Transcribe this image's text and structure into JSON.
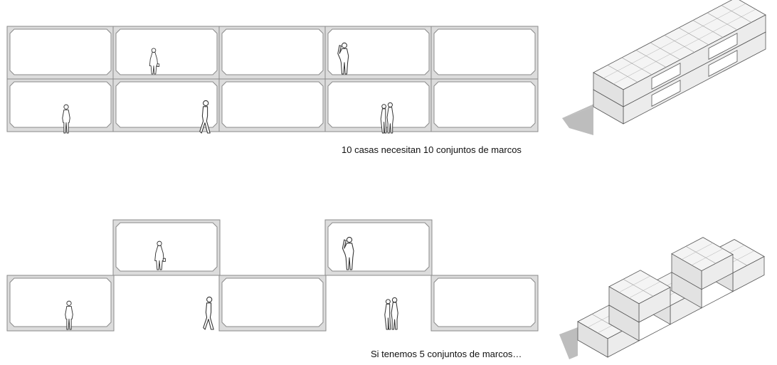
{
  "captions": {
    "top": "10 casas necesitan 10 conjuntos de marcos",
    "bottom": "Si tenemos 5 conjuntos de marcos…"
  },
  "figures": {
    "top": {
      "grid": {
        "columns": 5,
        "rows": 2
      },
      "occupied": [
        [
          0,
          0
        ],
        [
          1,
          0
        ],
        [
          2,
          0
        ],
        [
          3,
          0
        ],
        [
          4,
          0
        ],
        [
          0,
          1
        ],
        [
          1,
          1
        ],
        [
          2,
          1
        ],
        [
          3,
          1
        ],
        [
          4,
          1
        ]
      ],
      "frame_count": 10
    },
    "bottom": {
      "grid": {
        "columns": 5,
        "rows": 2
      },
      "occupied": [
        [
          1,
          0
        ],
        [
          3,
          0
        ],
        [
          0,
          1
        ],
        [
          2,
          1
        ],
        [
          4,
          1
        ]
      ],
      "frame_count": 5
    }
  },
  "people_icon": "person-silhouette-icon",
  "colors": {
    "frame_fill": "#dcdcdc",
    "frame_stroke": "#8a8a8a",
    "interior": "#ffffff",
    "shadow": "#bdbdbd",
    "box_top": "#f4f4f4",
    "box_side": "#e2e2e2",
    "box_front": "#ececec",
    "line": "#555555"
  }
}
